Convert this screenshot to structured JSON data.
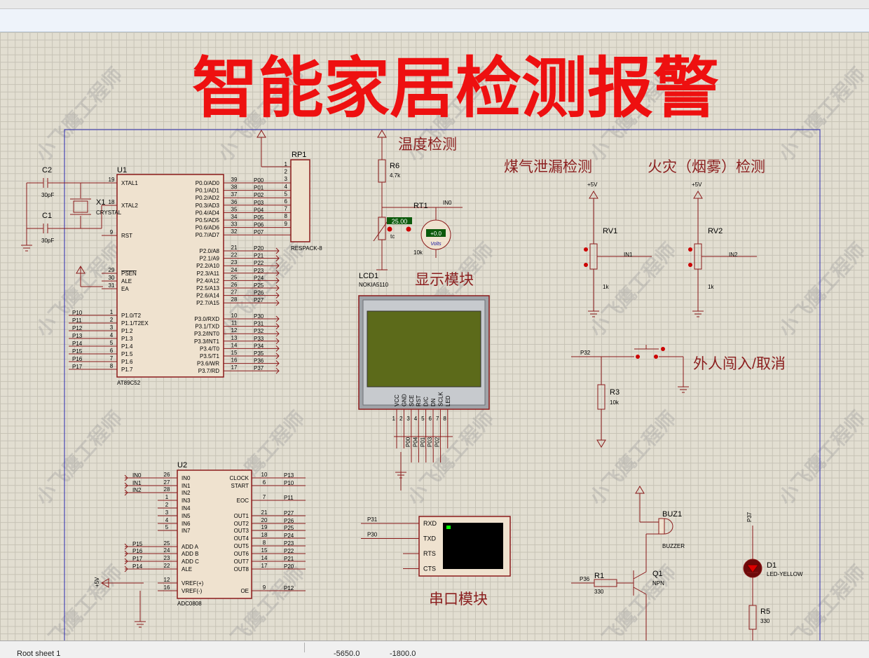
{
  "title": "智能家居检测报警",
  "watermark": "小飞鹰工程师",
  "sections": {
    "temp": "温度检测",
    "gas": "煤气泄漏检测",
    "fire": "火灾（烟雾）检测",
    "display": "显示模块",
    "intruder": "外人闯入/取消",
    "serial": "串口模块"
  },
  "u1": {
    "ref": "U1",
    "part": "AT89C52",
    "left_pins": [
      {
        "num": "19",
        "name": "XTAL1"
      },
      {
        "num": "18",
        "name": "XTAL2"
      },
      {
        "num": "9",
        "name": "RST"
      },
      {
        "num": "29",
        "name": "PSEN"
      },
      {
        "num": "30",
        "name": "ALE"
      },
      {
        "num": "31",
        "name": "EA"
      },
      {
        "num": "1",
        "name": "P1.0/T2",
        "net": "P10"
      },
      {
        "num": "2",
        "name": "P1.1/T2EX",
        "net": "P11"
      },
      {
        "num": "3",
        "name": "P1.2",
        "net": "P12"
      },
      {
        "num": "4",
        "name": "P1.3",
        "net": "P13"
      },
      {
        "num": "5",
        "name": "P1.4",
        "net": "P14"
      },
      {
        "num": "6",
        "name": "P1.5",
        "net": "P15"
      },
      {
        "num": "7",
        "name": "P1.6",
        "net": "P16"
      },
      {
        "num": "8",
        "name": "P1.7",
        "net": "P17"
      }
    ],
    "right_pins": [
      {
        "num": "39",
        "name": "P0.0/AD0",
        "net": "P00"
      },
      {
        "num": "38",
        "name": "P0.1/AD1",
        "net": "P01"
      },
      {
        "num": "37",
        "name": "P0.2/AD2",
        "net": "P02"
      },
      {
        "num": "36",
        "name": "P0.3/AD3",
        "net": "P03"
      },
      {
        "num": "35",
        "name": "P0.4/AD4",
        "net": "P04"
      },
      {
        "num": "34",
        "name": "P0.5/AD5",
        "net": "P05"
      },
      {
        "num": "33",
        "name": "P0.6/AD6",
        "net": "P06"
      },
      {
        "num": "32",
        "name": "P0.7/AD7",
        "net": "P07"
      },
      {
        "num": "21",
        "name": "P2.0/A8",
        "net": "P20"
      },
      {
        "num": "22",
        "name": "P2.1/A9",
        "net": "P21"
      },
      {
        "num": "23",
        "name": "P2.2/A10",
        "net": "P22"
      },
      {
        "num": "24",
        "name": "P2.3/A11",
        "net": "P23"
      },
      {
        "num": "25",
        "name": "P2.4/A12",
        "net": "P24"
      },
      {
        "num": "26",
        "name": "P2.5/A13",
        "net": "P25"
      },
      {
        "num": "27",
        "name": "P2.6/A14",
        "net": "P26"
      },
      {
        "num": "28",
        "name": "P2.7/A15",
        "net": "P27"
      },
      {
        "num": "10",
        "name": "P3.0/RXD",
        "net": "P30"
      },
      {
        "num": "11",
        "name": "P3.1/TXD",
        "net": "P31"
      },
      {
        "num": "12",
        "name": "P3.2/INT0",
        "net": "P32"
      },
      {
        "num": "13",
        "name": "P3.3/INT1",
        "net": "P33"
      },
      {
        "num": "14",
        "name": "P3.4/T0",
        "net": "P34"
      },
      {
        "num": "15",
        "name": "P3.5/T1",
        "net": "P35"
      },
      {
        "num": "16",
        "name": "P3.6/WR",
        "net": "P36"
      },
      {
        "num": "17",
        "name": "P3.7/RD",
        "net": "P37"
      }
    ]
  },
  "u2": {
    "ref": "U2",
    "part": "ADC0808",
    "left_pins": [
      {
        "num": "26",
        "name": "IN0",
        "net": "IN0"
      },
      {
        "num": "27",
        "name": "IN1",
        "net": "IN1"
      },
      {
        "num": "28",
        "name": "IN2",
        "net": "IN2"
      },
      {
        "num": "1",
        "name": "IN3"
      },
      {
        "num": "2",
        "name": "IN4"
      },
      {
        "num": "3",
        "name": "IN5"
      },
      {
        "num": "4",
        "name": "IN6"
      },
      {
        "num": "5",
        "name": "IN7"
      },
      {
        "num": "25",
        "name": "ADD A",
        "net": "P15"
      },
      {
        "num": "24",
        "name": "ADD B",
        "net": "P16"
      },
      {
        "num": "23",
        "name": "ADD C",
        "net": "P17"
      },
      {
        "num": "22",
        "name": "ALE",
        "net": "P14"
      },
      {
        "num": "12",
        "name": "VREF(+)"
      },
      {
        "num": "16",
        "name": "VREF(-)"
      }
    ],
    "right_pins": [
      {
        "num": "10",
        "name": "CLOCK",
        "net": "P13"
      },
      {
        "num": "6",
        "name": "START",
        "net": "P10"
      },
      {
        "num": "7",
        "name": "EOC",
        "net": "P11"
      },
      {
        "num": "21",
        "name": "OUT1",
        "net": "P27"
      },
      {
        "num": "20",
        "name": "OUT2",
        "net": "P26"
      },
      {
        "num": "19",
        "name": "OUT3",
        "net": "P25"
      },
      {
        "num": "18",
        "name": "OUT4",
        "net": "P24"
      },
      {
        "num": "8",
        "name": "OUT5",
        "net": "P23"
      },
      {
        "num": "15",
        "name": "OUT6",
        "net": "P22"
      },
      {
        "num": "14",
        "name": "OUT7",
        "net": "P21"
      },
      {
        "num": "17",
        "name": "OUT8",
        "net": "P20"
      },
      {
        "num": "9",
        "name": "OE",
        "net": "P12"
      }
    ],
    "vref_label": "+5V"
  },
  "rp1": {
    "ref": "RP1",
    "part": "RESPACK-8",
    "pins": [
      "1",
      "2",
      "3",
      "4",
      "5",
      "6",
      "7",
      "8",
      "9"
    ]
  },
  "c2": {
    "ref": "C2",
    "value": "30pF"
  },
  "c1": {
    "ref": "C1",
    "value": "30pF"
  },
  "x1": {
    "ref": "X1",
    "part": "CRYSTAL"
  },
  "r6": {
    "ref": "R6",
    "value": "4.7k"
  },
  "rt1": {
    "ref": "RT1",
    "reading": "25.00",
    "value": "10k",
    "tc": "tc",
    "net": "IN0"
  },
  "voltmeter": {
    "reading": "+0.0",
    "unit": "Volts"
  },
  "lcd1": {
    "ref": "LCD1",
    "part": "NOKIA5110",
    "pins": [
      "VCC",
      "GND",
      "SCE",
      "RST",
      "D/C",
      "DN",
      "SCLK",
      "LED"
    ],
    "pin_nums": [
      "1",
      "2",
      "3",
      "4",
      "5",
      "6",
      "7",
      "8"
    ],
    "nets": [
      "P00",
      "P04",
      "P01",
      "P03",
      "P02"
    ]
  },
  "rv1": {
    "ref": "RV1",
    "value": "1k",
    "supply": "+5V",
    "net": "IN1"
  },
  "rv2": {
    "ref": "RV2",
    "value": "1k",
    "supply": "+5V",
    "net": "IN2"
  },
  "sw": {
    "net": "P32"
  },
  "r3": {
    "ref": "R3",
    "value": "10k"
  },
  "serial": {
    "pins": [
      "RXD",
      "TXD",
      "RTS",
      "CTS"
    ],
    "nets": [
      "P31",
      "P30"
    ]
  },
  "buz1": {
    "ref": "BUZ1",
    "part": "BUZZER"
  },
  "q1": {
    "ref": "Q1",
    "part": "NPN"
  },
  "r1": {
    "ref": "R1",
    "value": "330",
    "net": "P36"
  },
  "d1": {
    "ref": "D1",
    "part": "LED-YELLOW",
    "net": "P37"
  },
  "r5": {
    "ref": "R5",
    "value": "330"
  },
  "status": {
    "sheet": "Root sheet 1",
    "coord_x": "-5650.0",
    "coord_y": "-1800.0"
  }
}
